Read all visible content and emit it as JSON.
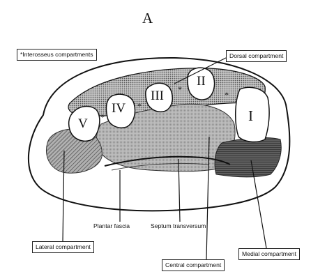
{
  "figure_letter": "A",
  "labels": {
    "dorsal": "Dorsal compartment",
    "interosseus": "*Interosseus compartments",
    "lateral": "Lateral compartment",
    "medial": "Medial compartment",
    "central": "Central compartment",
    "plantar_fascia": "Plantar fascia",
    "septum_transversum": "Septum transversum"
  },
  "metatarsals": [
    "I",
    "II",
    "III",
    "IV",
    "V"
  ],
  "asterisk": "*",
  "colors": {
    "outline": "#111111",
    "dorsal_fill": "#8c8c8c",
    "central_fill": "#b5b5b5",
    "lateral_fill": "#9a9a9a",
    "medial_fill": "#6a6a6a",
    "bone_fill": "#ffffff"
  }
}
